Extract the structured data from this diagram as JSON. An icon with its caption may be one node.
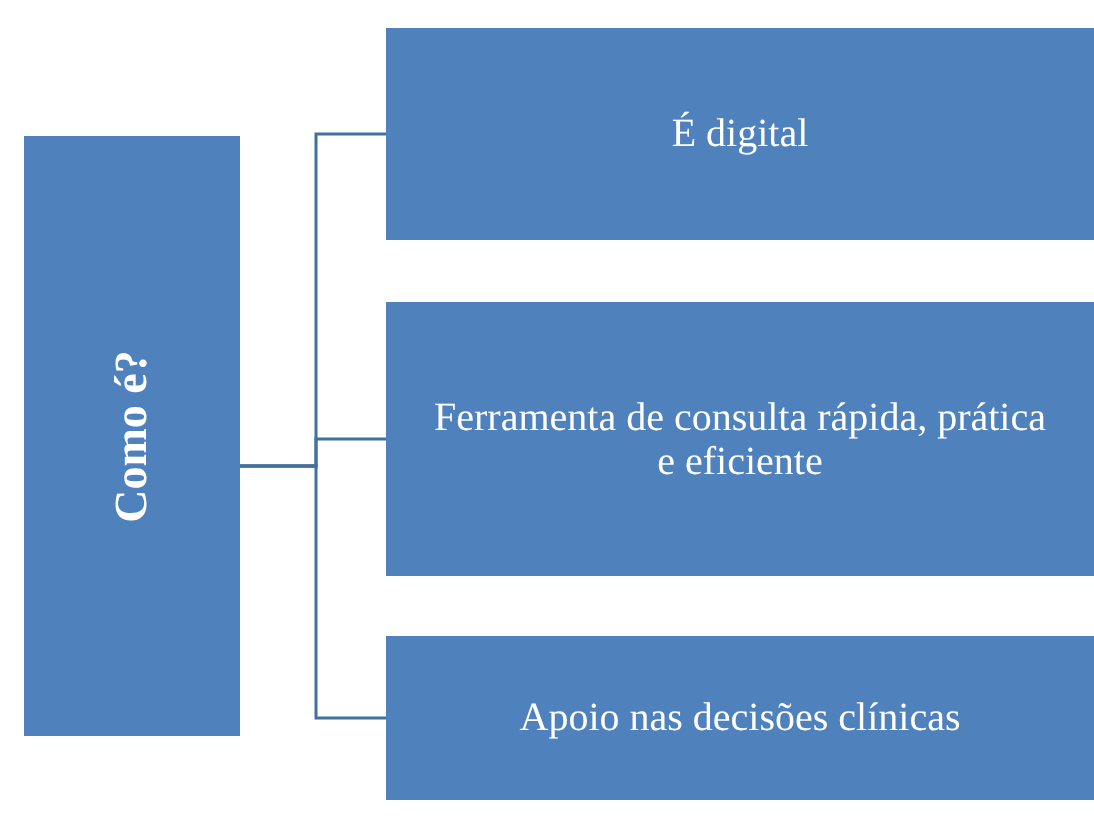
{
  "diagram": {
    "nodes": [
      {
        "text": [
          "Como é?"
        ]
      },
      {
        "text": [
          "É digital"
        ]
      },
      {
        "text": [
          "Ferramenta de consulta rápida, prática e eficiente"
        ]
      },
      {
        "text": [
          "Apoio nas decisões clínicas"
        ]
      }
    ],
    "edges": [
      {
        "from": 0,
        "to": 1,
        "arrow": "none"
      },
      {
        "from": 0,
        "to": 2,
        "arrow": "none"
      },
      {
        "from": 0,
        "to": 3,
        "arrow": "none"
      }
    ]
  }
}
